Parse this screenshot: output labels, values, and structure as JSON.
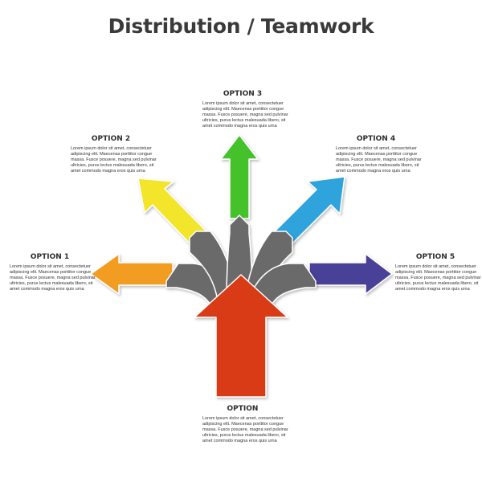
{
  "title": "Distribution / Teamwork",
  "colors": {
    "main": "#d93a12",
    "hub": "#6a6a6a",
    "option1": "#f39c22",
    "option2": "#f3e52a",
    "option3": "#45c22b",
    "option4": "#2fa3dc",
    "option5": "#4a3f97"
  },
  "options": [
    {
      "key": "option1",
      "label": "OPTION 1",
      "lines": [
        "Lorem ipsum dolor sit amet, consectetuer",
        "adipiscing elit. Maecenas porttitor congue",
        "massa. Fusce posuere, magna sed pulvinar",
        "ultricies, purus lectus malesuada libero, sit",
        "amet commodo magna eros quis urna"
      ]
    },
    {
      "key": "option2",
      "label": "OPTION 2",
      "lines": [
        "Lorem ipsum dolor sit amet, consectetuer",
        "adipiscing elit. Maecenas porttitor congue",
        "massa. Fusce posuere, magna sed pulvinar",
        "ultricies, purus lectus malesuada libero, sit",
        "amet commodo magna eros quis urna"
      ]
    },
    {
      "key": "option3",
      "label": "OPTION 3",
      "lines": [
        "Lorem ipsum dolor sit amet, consectetuer",
        "adipiscing elit. Maecenas porttitor congue",
        "massa. Fusce posuere, magna sed pulvinar",
        "ultricies, purus lectus malesuada libero, sit",
        "amet commodo magna eros quis urna"
      ]
    },
    {
      "key": "option4",
      "label": "OPTION 4",
      "lines": [
        "Lorem ipsum dolor sit amet, consectetuer",
        "adipiscing elit. Maecenas porttitor congue",
        "massa. Fusce posuere, magna sed pulvinar",
        "ultricies, purus lectus malesuada libero, sit",
        "amet commodo magna eros quis urna"
      ]
    },
    {
      "key": "option5",
      "label": "OPTION 5",
      "lines": [
        "Lorem ipsum dolor sit amet, consectetuer",
        "adipiscing elit. Maecenas porttitor congue",
        "massa. Fusce posuere, magna sed pulvinar",
        "ultricies, purus lectus malesuada libero, sit",
        "amet commodo magna eros quis urna"
      ]
    },
    {
      "key": "main",
      "label": "OPTION",
      "lines": [
        "Lorem ipsum dolor sit amet, consectetuer",
        "adipiscing elit. Maecenas porttitor congue",
        "massa. Fusce posuere, magna sed pulvinar",
        "ultricies, purus lectus malesuada libero, sit",
        "amet commodo magna eros quis urna"
      ]
    }
  ]
}
